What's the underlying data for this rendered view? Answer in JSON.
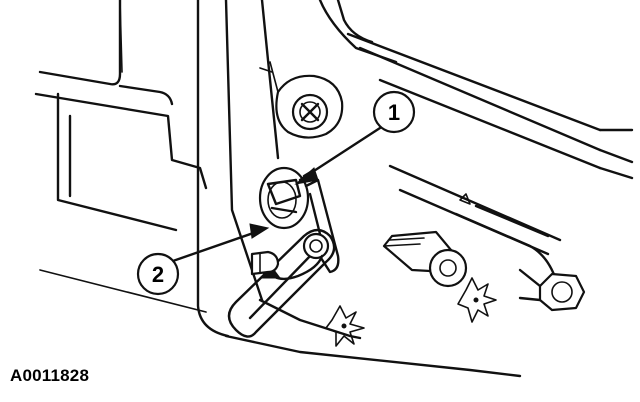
{
  "callouts": [
    {
      "label": "1"
    },
    {
      "label": "2"
    }
  ],
  "figure_id": "A0011828"
}
